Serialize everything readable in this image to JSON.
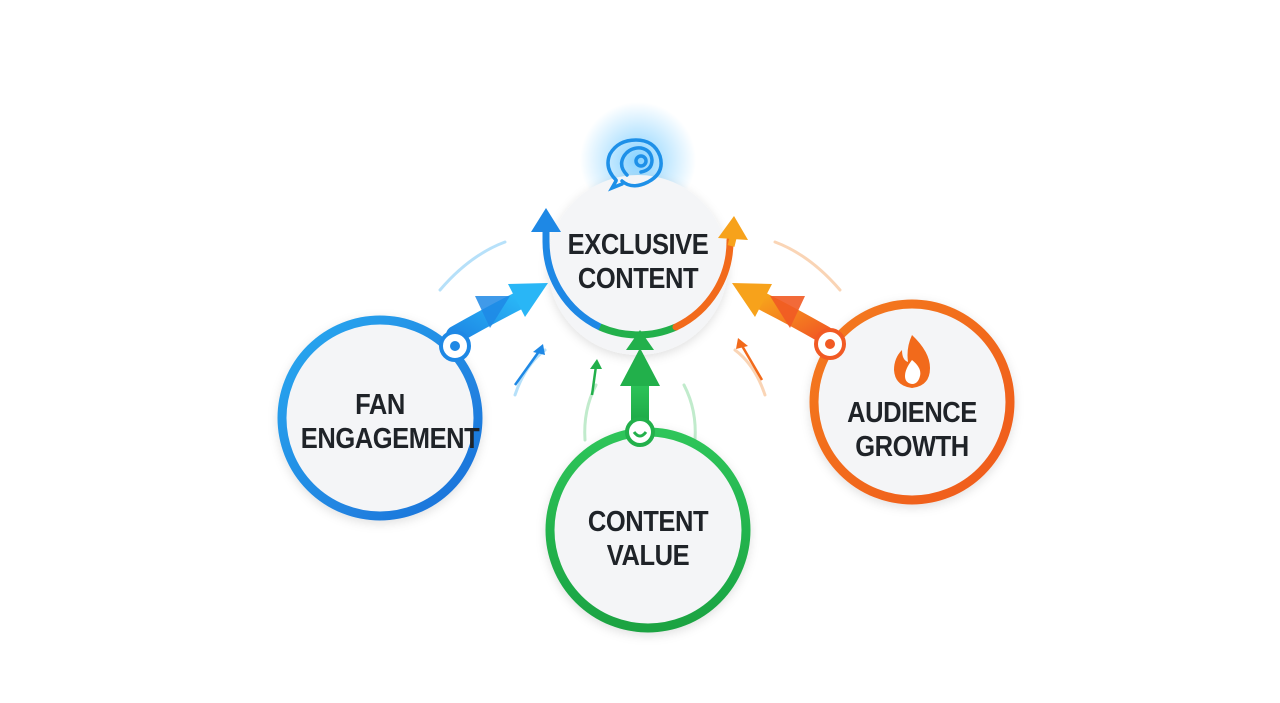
{
  "diagram": {
    "center": {
      "lines": [
        "EXCLUSIVE",
        "CONTENT"
      ],
      "icon": "spiral-chat-icon",
      "color": "#2196e8"
    },
    "nodes": [
      {
        "id": "fan-engagement",
        "lines": [
          "FAN",
          "ENGAGEMENT"
        ],
        "color": "#1e88e5"
      },
      {
        "id": "content-value",
        "lines": [
          "CONTENT",
          "VALUE"
        ],
        "color": "#22b04b"
      },
      {
        "id": "audience-growth",
        "lines": [
          "AUDIENCE",
          "GROWTH"
        ],
        "icon": "flame-icon",
        "color": "#f26a1b"
      }
    ]
  }
}
